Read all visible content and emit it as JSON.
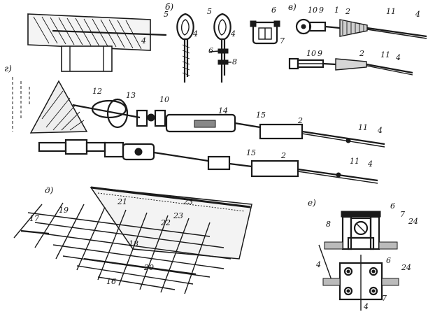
{
  "labels": {
    "panel_b": "б)",
    "panel_v": "в)",
    "panel_g": "г)",
    "panel_d": "д)",
    "panel_e": "е)",
    "n4": "4",
    "n5": "5",
    "n6": "6",
    "n7": "7",
    "n8": "8",
    "n9": "9",
    "n10": "10",
    "n11": "11",
    "n12": "12",
    "n13": "13",
    "n14": "14",
    "n15": "15",
    "n16": "16",
    "n17": "17",
    "n18": "18",
    "n19": "19",
    "n20": "20",
    "n21": "21",
    "n22": "22",
    "n23": "23",
    "n24": "24",
    "n1": "1",
    "n2": "2"
  }
}
